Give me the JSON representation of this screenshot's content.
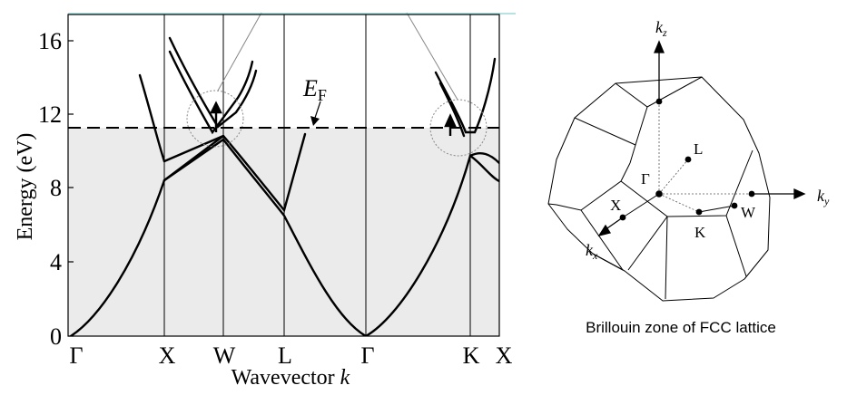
{
  "band_plot": {
    "ylabel": "Energy (eV)",
    "xlabel_text": "Wavevector ",
    "xlabel_var": "k",
    "fermi_label": "E",
    "fermi_sub": "F",
    "yticks": [
      "0",
      "4",
      "8",
      "12",
      "16"
    ],
    "kpoints": [
      "Γ",
      "X",
      "W",
      "L",
      "Γ",
      "K",
      "X"
    ],
    "fermi_level": 11.3,
    "ylim": [
      0,
      17
    ],
    "colors": {
      "occupied_fill": "#ebebeb",
      "line": "#000000",
      "frame": "#000000"
    }
  },
  "brillouin_zone": {
    "caption": "Brillouin zone of FCC lattice",
    "axes": {
      "kz": "k",
      "kz_sub": "z",
      "ky": "k",
      "ky_sub": "y",
      "kx": "k",
      "kx_sub": "x"
    },
    "points": {
      "gamma": "Γ",
      "L": "L",
      "X": "X",
      "K": "K",
      "W": "W"
    }
  }
}
